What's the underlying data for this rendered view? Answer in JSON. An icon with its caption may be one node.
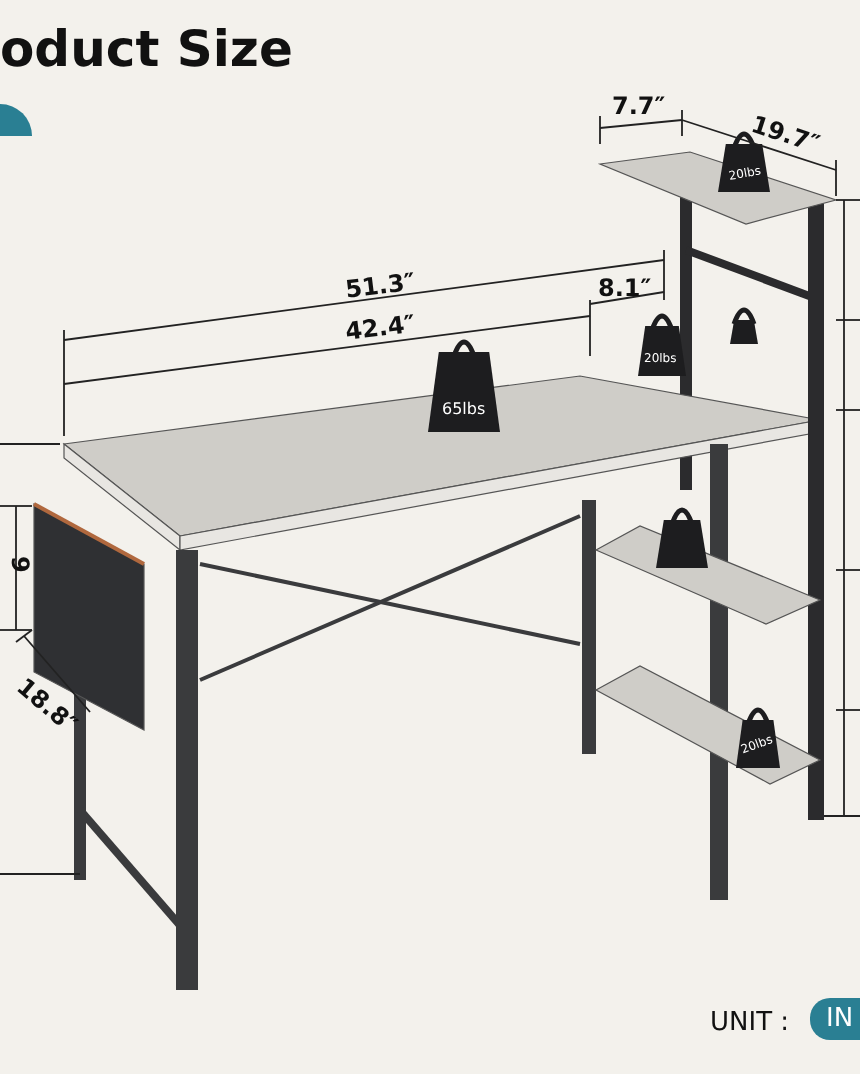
{
  "diagram": {
    "title": "oduct Size",
    "labels": [
      "7.7″",
      "19.7″",
      "51.3″",
      "42.4″",
      "8.1″",
      "20lbs",
      "65lbs",
      "20lbs",
      "9",
      "18.8″",
      "20lbs",
      "UNIT :",
      "IN"
    ]
  }
}
